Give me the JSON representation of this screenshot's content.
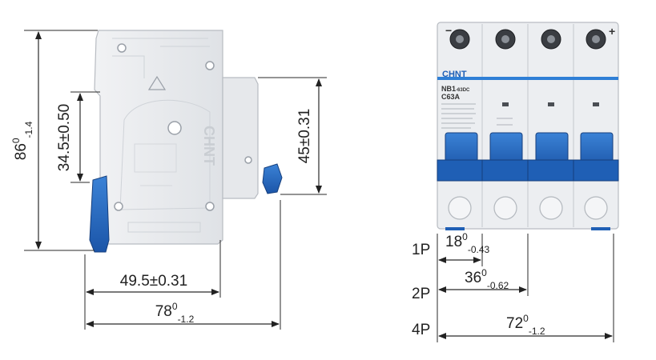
{
  "side_view": {
    "logo_rotated": "CHNT",
    "dims": {
      "height": {
        "base": "86",
        "sup": "0",
        "sub": "-1.4"
      },
      "front_height": "45±0.31",
      "mount_height": "34.5±0.50",
      "depth_front": "49.5±0.31",
      "depth_total": {
        "base": "78",
        "sup": "0",
        "sub": "-1.2"
      }
    }
  },
  "front_view": {
    "polarity": {
      "minus": "−",
      "plus": "+"
    },
    "label": {
      "brand": "CHNT",
      "model": "NB1",
      "model_suffix": "-63DC",
      "rating": "C63A"
    },
    "widths": {
      "p1": {
        "label": "1P",
        "base": "18",
        "sup": "0",
        "sub": "-0.43"
      },
      "p2": {
        "label": "2P",
        "base": "36",
        "sup": "0",
        "sub": "-0.62"
      },
      "p4": {
        "label": "4P",
        "base": "72",
        "sup": "0",
        "sub": "-1.2"
      }
    }
  },
  "colors": {
    "accent_blue": "#1f5fb5",
    "body_gray": "#e9ebee",
    "line": "#2a2a2a",
    "outline": "#b8bcc2"
  },
  "icons": [
    "terminal-screw-icon",
    "toggle-handle-icon",
    "dimension-arrow-icon"
  ]
}
